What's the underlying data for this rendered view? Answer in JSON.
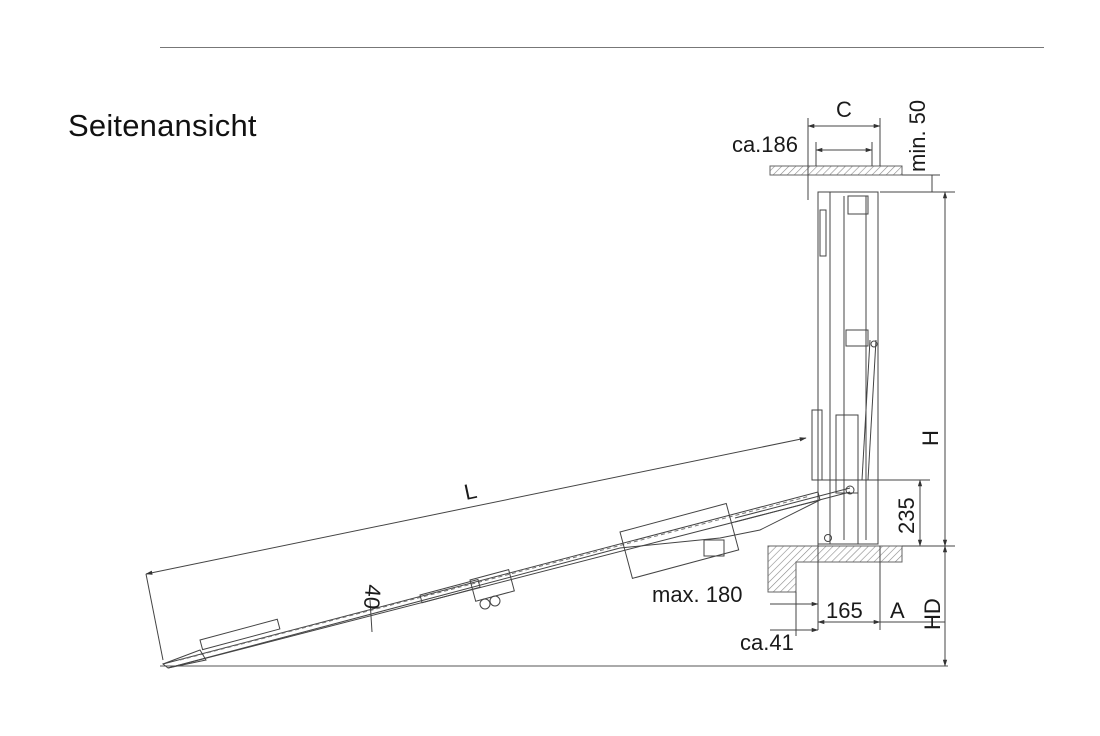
{
  "view_title": "Seitenansicht",
  "dimensions": {
    "C": "C",
    "ca186": "ca.186",
    "min50": "min. 50",
    "H": "H",
    "L": "L",
    "d235": "235",
    "d40": "40",
    "max180": "max. 180",
    "d165": "165",
    "A": "A",
    "ca41": "ca.41",
    "HD": "HD"
  },
  "colors": {
    "line": "#333333",
    "dim": "#444444",
    "hatch": "#999999"
  }
}
